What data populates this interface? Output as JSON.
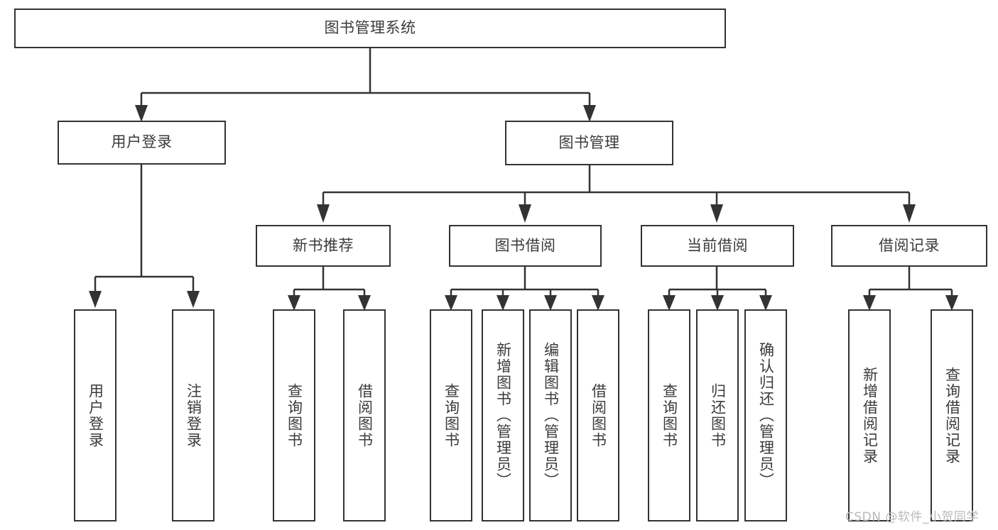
{
  "diagram": {
    "type": "tree-hierarchy",
    "title": "图书管理系统",
    "colors": {
      "box_border": "#333333",
      "box_fill": "#ffffff",
      "connector": "#333333",
      "text": "#3b3b3b",
      "watermark": "#b9b9b9",
      "background": "#ffffff"
    },
    "root": {
      "label": "图书管理系统"
    },
    "level1": [
      {
        "label": "用户登录"
      },
      {
        "label": "图书管理"
      }
    ],
    "level2": [
      {
        "label": "新书推荐"
      },
      {
        "label": "图书借阅"
      },
      {
        "label": "当前借阅"
      },
      {
        "label": "借阅记录"
      }
    ],
    "leaves": {
      "user_login": [
        {
          "label": "用户登录"
        },
        {
          "label": "注销登录"
        }
      ],
      "new_book_recommend": [
        {
          "label": "查询图书"
        },
        {
          "label": "借阅图书"
        }
      ],
      "book_borrow": [
        {
          "label": "查询图书"
        },
        {
          "label": "新增图书（管理员）"
        },
        {
          "label": "编辑图书（管理员）"
        },
        {
          "label": "借阅图书"
        }
      ],
      "current_borrow": [
        {
          "label": "查询图书"
        },
        {
          "label": "归还图书"
        },
        {
          "label": "确认归还（管理员）"
        }
      ],
      "borrow_record": [
        {
          "label": "新增借阅记录"
        },
        {
          "label": "查询借阅记录"
        }
      ]
    }
  },
  "watermark": {
    "text": "CSDN @软件_小贺同学"
  }
}
